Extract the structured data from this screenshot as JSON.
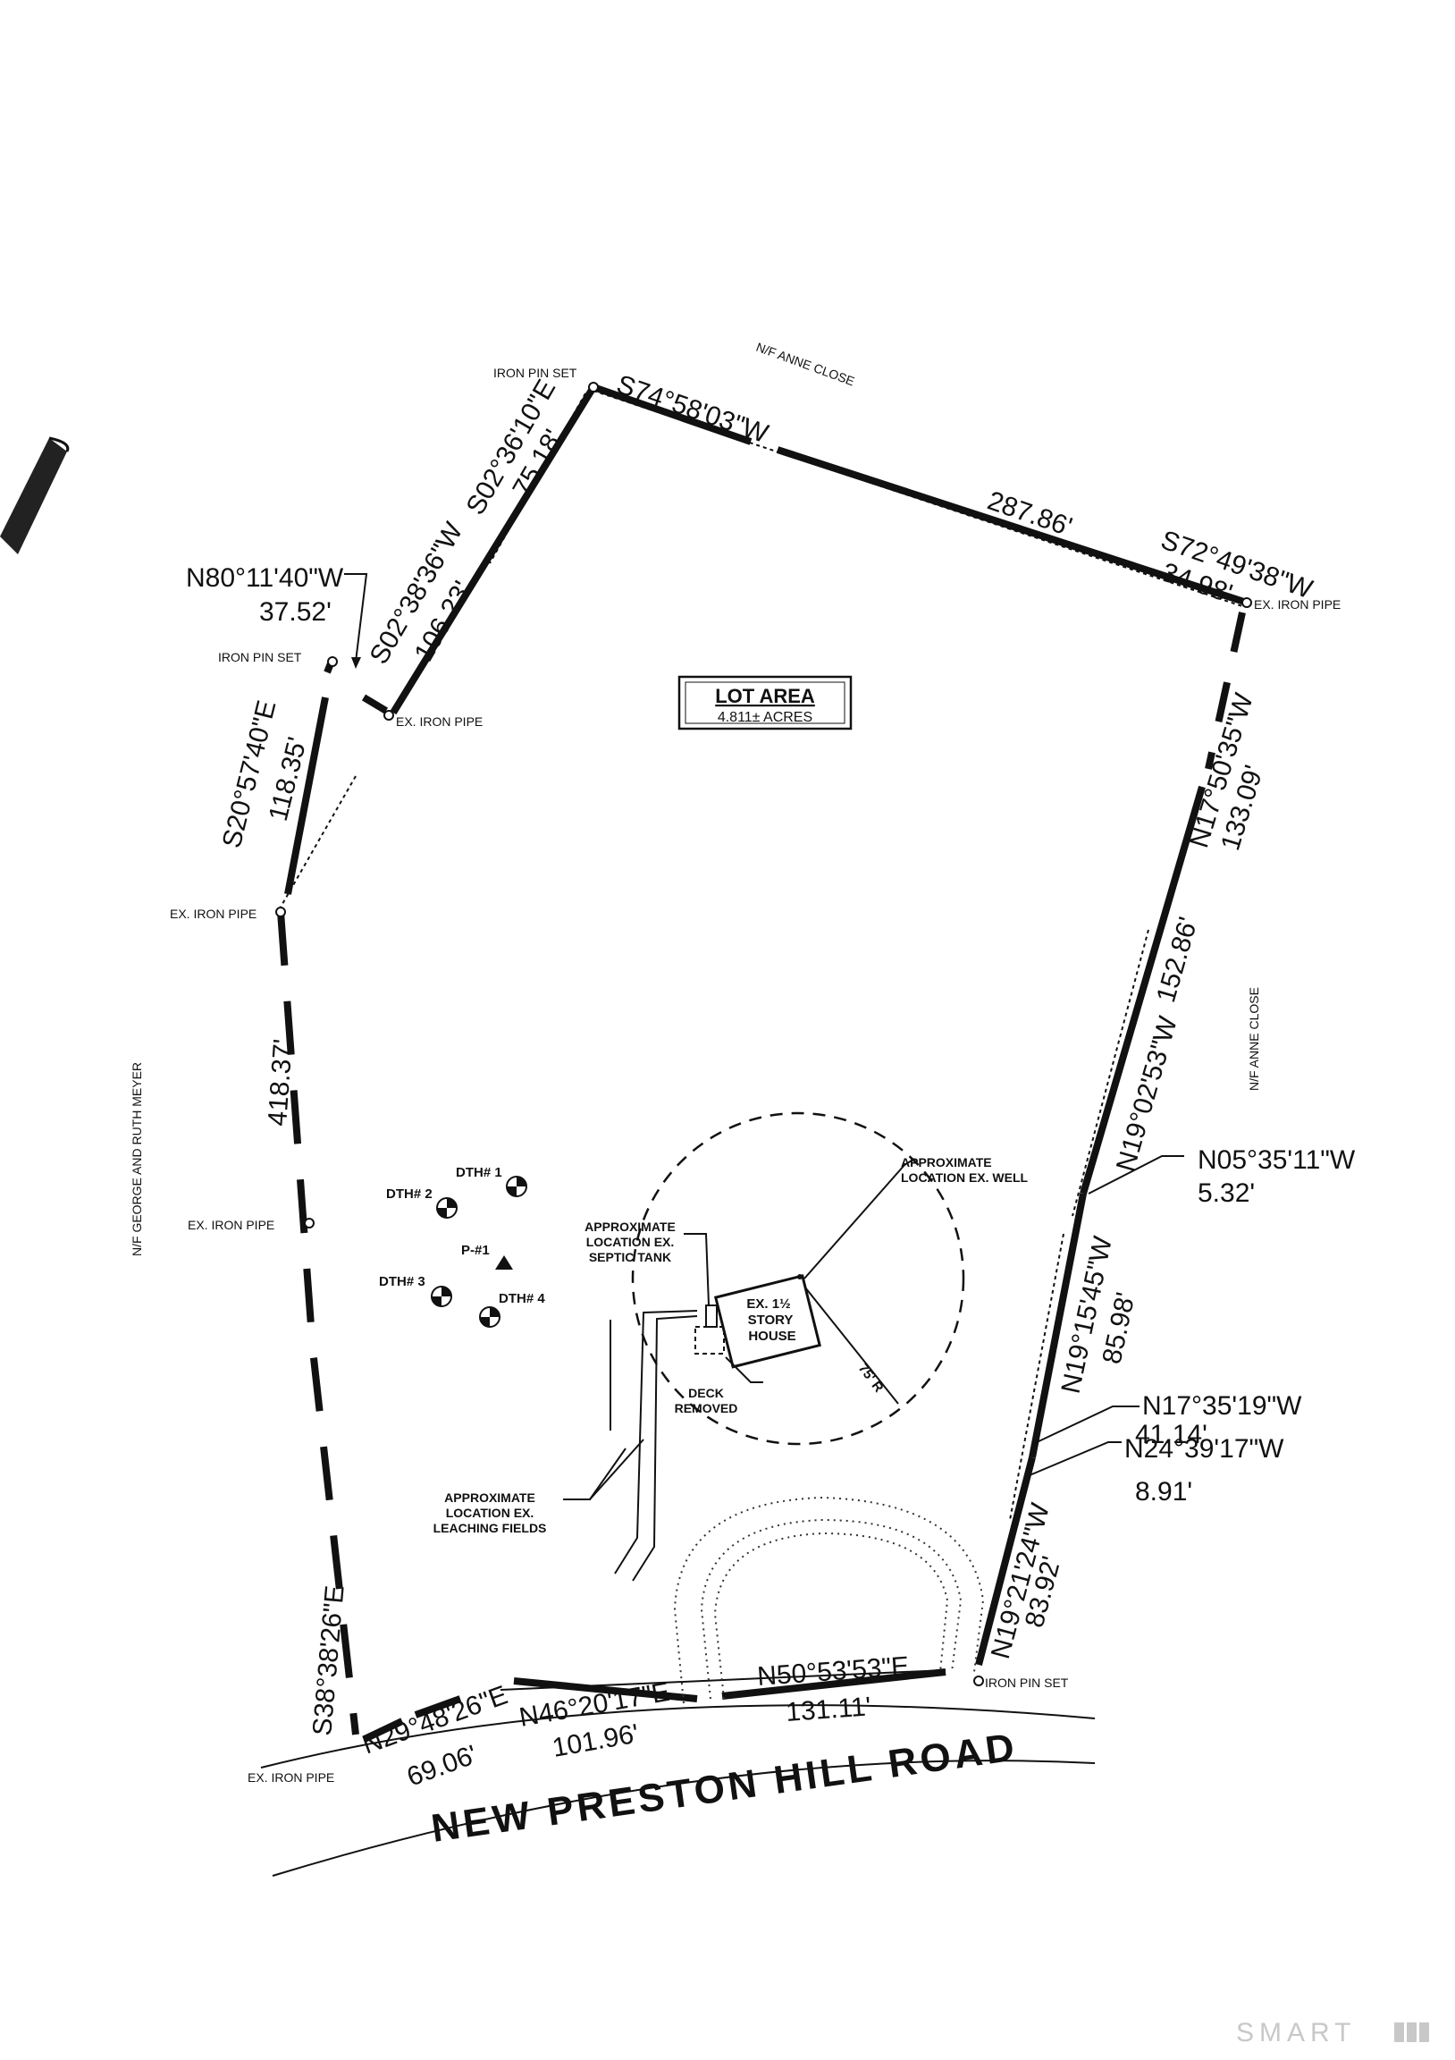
{
  "lot_area": {
    "title": "LOT AREA",
    "acres": "4.811± ACRES"
  },
  "road_name": "NEW PRESTON HILL ROAD",
  "abutters": {
    "north": "N/F ANNE CLOSE",
    "east": "N/F ANNE CLOSE",
    "west": "N/F GEORGE AND RUTH MEYER"
  },
  "monuments": {
    "iron_pin_set_top": "IRON PIN SET",
    "iron_pin_set_left": "IRON PIN SET",
    "iron_pin_set_bottom_right": "IRON PIN SET",
    "ex_iron_pipe_ne": "EX. IRON PIPE",
    "ex_iron_pipe_nw": "EX. IRON PIPE",
    "ex_iron_pipe_w1": "EX. IRON PIPE",
    "ex_iron_pipe_w2": "EX. IRON PIPE",
    "ex_iron_pipe_sw": "EX. IRON PIPE"
  },
  "boundary_calls": [
    {
      "bearing": "S74°58'03\"W",
      "distance": ""
    },
    {
      "bearing": "",
      "distance": "287.86'"
    },
    {
      "bearing": "S72°49'38\"W",
      "distance": "34.98'"
    },
    {
      "bearing": "N17°50'35\"W",
      "distance": "133.09'"
    },
    {
      "bearing": "N19°02'53\"W",
      "distance": "152.86'"
    },
    {
      "bearing": "N05°35'11\"W",
      "distance": "5.32'"
    },
    {
      "bearing": "N19°15'45\"W",
      "distance": "85.98'"
    },
    {
      "bearing": "N17°35'19\"W",
      "distance": "41.14'"
    },
    {
      "bearing": "N24°39'17\"W",
      "distance": "8.91'"
    },
    {
      "bearing": "N19°21'24\"W",
      "distance": "83.92'"
    },
    {
      "bearing": "N50°53'53\"E",
      "distance": "131.11'"
    },
    {
      "bearing": "N46°20'17\"E",
      "distance": "101.96'"
    },
    {
      "bearing": "N29°48'26\"E",
      "distance": "69.06'"
    },
    {
      "bearing": "S38°38'26\"E",
      "distance": ""
    },
    {
      "bearing": "",
      "distance": "418.37'"
    },
    {
      "bearing": "S20°57'40\"E",
      "distance": "118.35'"
    },
    {
      "bearing": "N80°11'40\"W",
      "distance": "37.52'"
    },
    {
      "bearing": "S02°38'36\"W",
      "distance": "106.23'"
    },
    {
      "bearing": "S02°36'10\"E",
      "distance": "75.18'"
    }
  ],
  "test_holes": {
    "dth1": "DTH# 1",
    "dth2": "DTH# 2",
    "dth3": "DTH# 3",
    "dth4": "DTH# 4",
    "p1": "P-#1"
  },
  "features": {
    "house_line1": "EX. 1½",
    "house_line2": "STORY",
    "house_line3": "HOUSE",
    "well_line1": "APPROXIMATE",
    "well_line2": "LOCATION EX. WELL",
    "septic_line1": "APPROXIMATE",
    "septic_line2": "LOCATION EX.",
    "septic_line3": "SEPTIC TANK",
    "deck_line1": "DECK",
    "deck_line2": "REMOVED",
    "leach_line1": "APPROXIMATE",
    "leach_line2": "LOCATION EX.",
    "leach_line3": "LEACHING FIELDS",
    "radius": "75' R"
  },
  "watermark": "SMART"
}
